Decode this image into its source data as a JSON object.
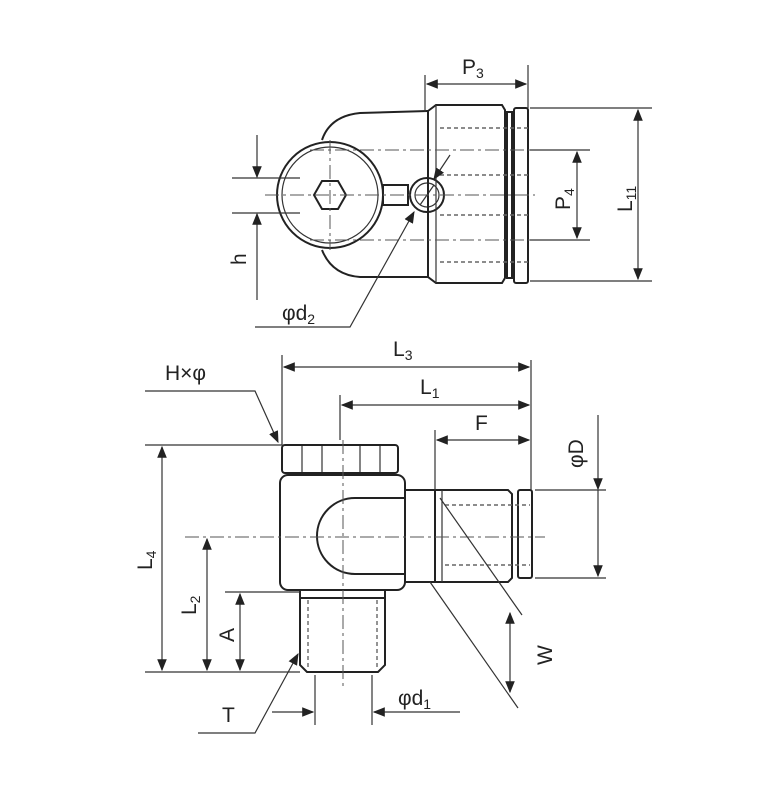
{
  "labels": {
    "p3": {
      "main": "P",
      "sub": "3"
    },
    "l11": {
      "main": "L",
      "sub": "11"
    },
    "p4": {
      "main": "P",
      "sub": "4"
    },
    "h": {
      "main": "h",
      "sub": ""
    },
    "d2": {
      "main": "φd",
      "sub": "2"
    },
    "l3": {
      "main": "L",
      "sub": "3"
    },
    "hphi": {
      "main": "H×φ",
      "sub": ""
    },
    "l1": {
      "main": "L",
      "sub": "1"
    },
    "f": {
      "main": "F",
      "sub": ""
    },
    "phid": {
      "main": "φD",
      "sub": ""
    },
    "l4": {
      "main": "L",
      "sub": "4"
    },
    "l2": {
      "main": "L",
      "sub": "2"
    },
    "a": {
      "main": "A",
      "sub": ""
    },
    "w": {
      "main": "W",
      "sub": ""
    },
    "t": {
      "main": "T",
      "sub": ""
    },
    "d1": {
      "main": "φd",
      "sub": "1"
    }
  }
}
